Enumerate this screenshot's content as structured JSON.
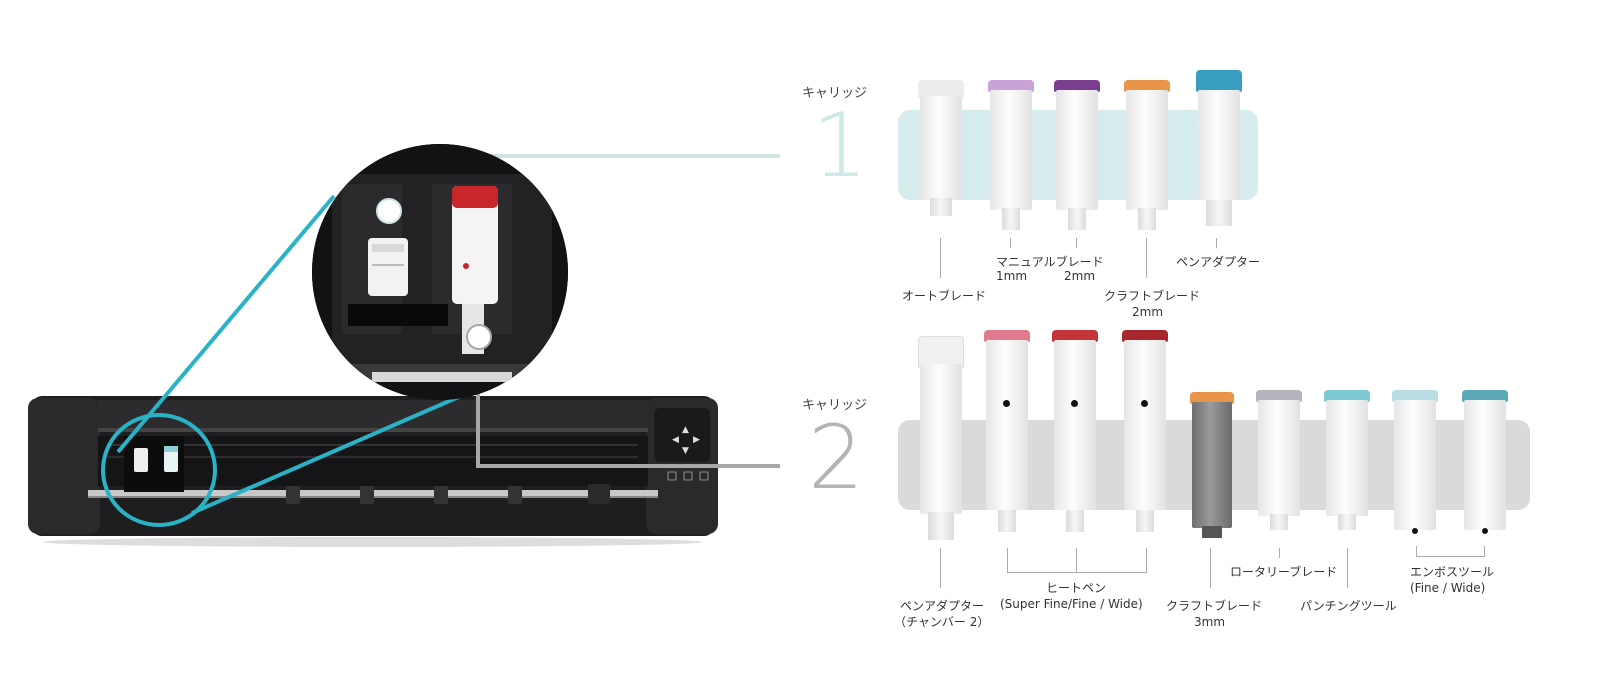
{
  "carriage1": {
    "label": "キャリッジ",
    "number": "1",
    "color": "#cfe8e8",
    "number_color": "#cfe8e8"
  },
  "carriage2": {
    "label": "キャリッジ",
    "number": "2",
    "color": "#d9d9d9",
    "number_color": "#b4b4b4"
  },
  "callout_color": "#2ab3c6",
  "tools1": [
    {
      "id": "auto-blade",
      "cap": "#e8e8ea"
    },
    {
      "id": "manual-blade-1mm",
      "cap": "#c9a2d8"
    },
    {
      "id": "manual-blade-2mm",
      "cap": "#7a3d8f"
    },
    {
      "id": "craft-blade-2mm",
      "cap": "#e8954a"
    },
    {
      "id": "pen-adapter",
      "cap": "#3a9ec0"
    }
  ],
  "tools2": [
    {
      "id": "pen-adapter-chamber2",
      "cap": "#f2f2f2"
    },
    {
      "id": "heat-pen-super-fine",
      "cap": "#e07a8f"
    },
    {
      "id": "heat-pen-fine",
      "cap": "#c43438"
    },
    {
      "id": "heat-pen-wide",
      "cap": "#a8262d"
    },
    {
      "id": "craft-blade-3mm",
      "cap": "#e8954a"
    },
    {
      "id": "rotary-blade",
      "cap": "#b4b4bc"
    },
    {
      "id": "punching-tool",
      "cap": "#7cc8d4"
    },
    {
      "id": "emboss-fine",
      "cap": "#b8dde2"
    },
    {
      "id": "emboss-wide",
      "cap": "#5aa8b8"
    }
  ],
  "labels": {
    "auto_blade": "オートブレード",
    "manual_blade": "マニュアルブレード",
    "manual_1mm": "1mm",
    "manual_2mm": "2mm",
    "craft_blade_1": "クラフトブレード",
    "craft_blade_1_size": "2mm",
    "pen_adapter_1": "ペンアダプター",
    "pen_adapter_2": "ペンアダプター",
    "pen_adapter_2_sub": "（チャンバー 2）",
    "heat_pen": "ヒートペン",
    "heat_pen_sub": "(Super Fine/Fine / Wide)",
    "craft_blade_2": "クラフトブレード",
    "craft_blade_2_size": "3mm",
    "rotary_blade": "ロータリーブレード",
    "punching_tool": "パンチングツール",
    "emboss_tool": "エンボスツール",
    "emboss_tool_sub": "(Fine / Wide)"
  }
}
